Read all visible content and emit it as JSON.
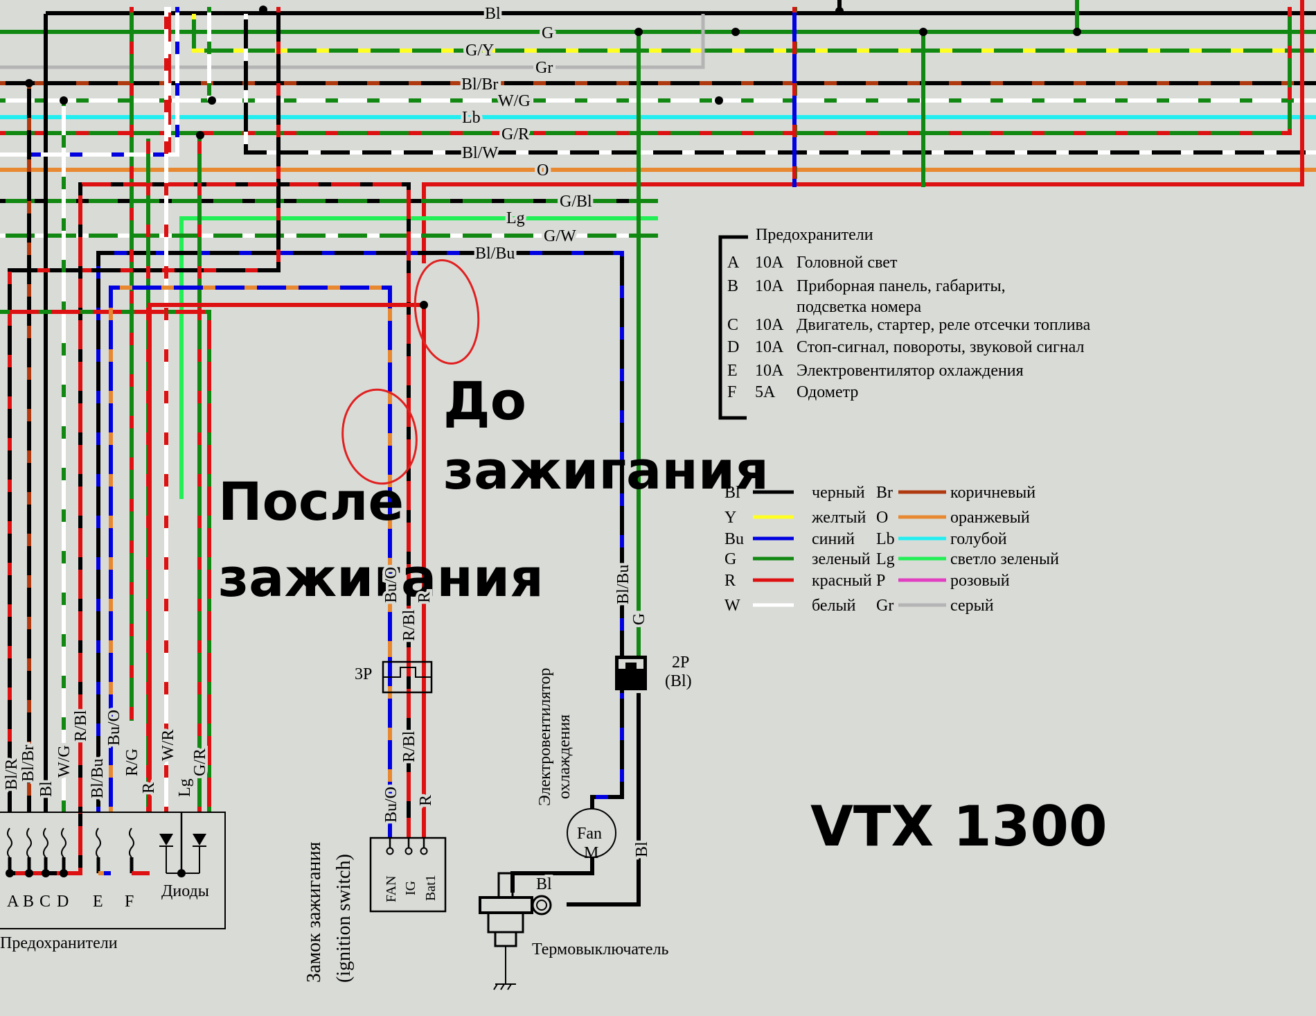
{
  "title": "VTX 1300",
  "colors": {
    "Bl": "#000000",
    "Y": "#ffff22",
    "Bu": "#0000e0",
    "G": "#118811",
    "R": "#dd1111",
    "W": "#ffffff",
    "Br": "#b03a10",
    "O": "#e88830",
    "Lb": "#22eef0",
    "Lg": "#22ee55",
    "P": "#e040c0",
    "Gr": "#b4b4b4",
    "annotation": "#e02020",
    "background": "#d9dbd7"
  },
  "bus_labels": [
    "Bl",
    "G",
    "G/Y",
    "Gr",
    "Bl/Br",
    "W/G",
    "Lb",
    "G/R",
    "Bl/W",
    "O",
    "G/Bl",
    "Lg",
    "G/W",
    "Bl/Bu"
  ],
  "annotations": {
    "after_ignition_line1": "После",
    "after_ignition_line2": "зажигания",
    "before_ignition_line1": "До",
    "before_ignition_line2": "зажигания"
  },
  "fuse_legend": {
    "title": "Предохранители",
    "items": [
      {
        "id": "A",
        "rating": "10A",
        "desc": "Головной свет"
      },
      {
        "id": "B",
        "rating": "10A",
        "desc": "Приборная панель, габариты,"
      },
      {
        "id": "",
        "rating": "",
        "desc": "подсветка номера"
      },
      {
        "id": "C",
        "rating": "10A",
        "desc": "Двигатель, стартер, реле отсечки топлива"
      },
      {
        "id": "D",
        "rating": "10A",
        "desc": "Стоп-сигнал, повороты, звуковой сигнал"
      },
      {
        "id": "E",
        "rating": "10A",
        "desc": "Электровентилятор охлаждения"
      },
      {
        "id": "F",
        "rating": "5A",
        "desc": "Одометр"
      }
    ]
  },
  "color_legend": {
    "left": [
      {
        "code": "Bl",
        "name": "черный"
      },
      {
        "code": "Y",
        "name": "желтый"
      },
      {
        "code": "Bu",
        "name": "синий"
      },
      {
        "code": "G",
        "name": "зеленый"
      },
      {
        "code": "R",
        "name": "красный"
      },
      {
        "code": "W",
        "name": "белый"
      }
    ],
    "right": [
      {
        "code": "Br",
        "name": "коричневый"
      },
      {
        "code": "O",
        "name": "оранжевый"
      },
      {
        "code": "Lb",
        "name": "голубой"
      },
      {
        "code": "Lg",
        "name": "светло зеленый"
      },
      {
        "code": "P",
        "name": "розовый"
      },
      {
        "code": "Gr",
        "name": "серый"
      }
    ]
  },
  "fuse_box": {
    "wire_labels": [
      "Bl/R",
      "Bl/Br",
      "Bl",
      "W/G",
      "R/Bl",
      "Bl/Bu",
      "Bu/O",
      "R/G",
      "R",
      "W/R",
      "Lg",
      "G/R"
    ],
    "fuse_letters": [
      "A",
      "B",
      "C",
      "D",
      "E",
      "F"
    ],
    "diodes_label": "Диоды",
    "caption": "Предохранители"
  },
  "ignition_switch": {
    "connector": "3P",
    "wire_labels_top": [
      "Bu/O",
      "R/Bl",
      "R"
    ],
    "wire_labels_bottom": [
      "Bu/O",
      "R/Bl",
      "R"
    ],
    "terminals": [
      "FAN",
      "IG",
      "Bat1"
    ],
    "caption_line1": "Замок зажигания",
    "caption_line2": "(ignition switch)"
  },
  "fan_circuit": {
    "connector_line1": "2P",
    "connector_line2": "(Bl)",
    "wire_labels": [
      "Bl/Bu",
      "G",
      "Bl",
      "Bl"
    ],
    "motor_line1": "Fan",
    "motor_line2": "M",
    "caption_line1": "Электровентилятор",
    "caption_line2": "охлаждения",
    "thermo_switch": "Термовыключатель"
  }
}
